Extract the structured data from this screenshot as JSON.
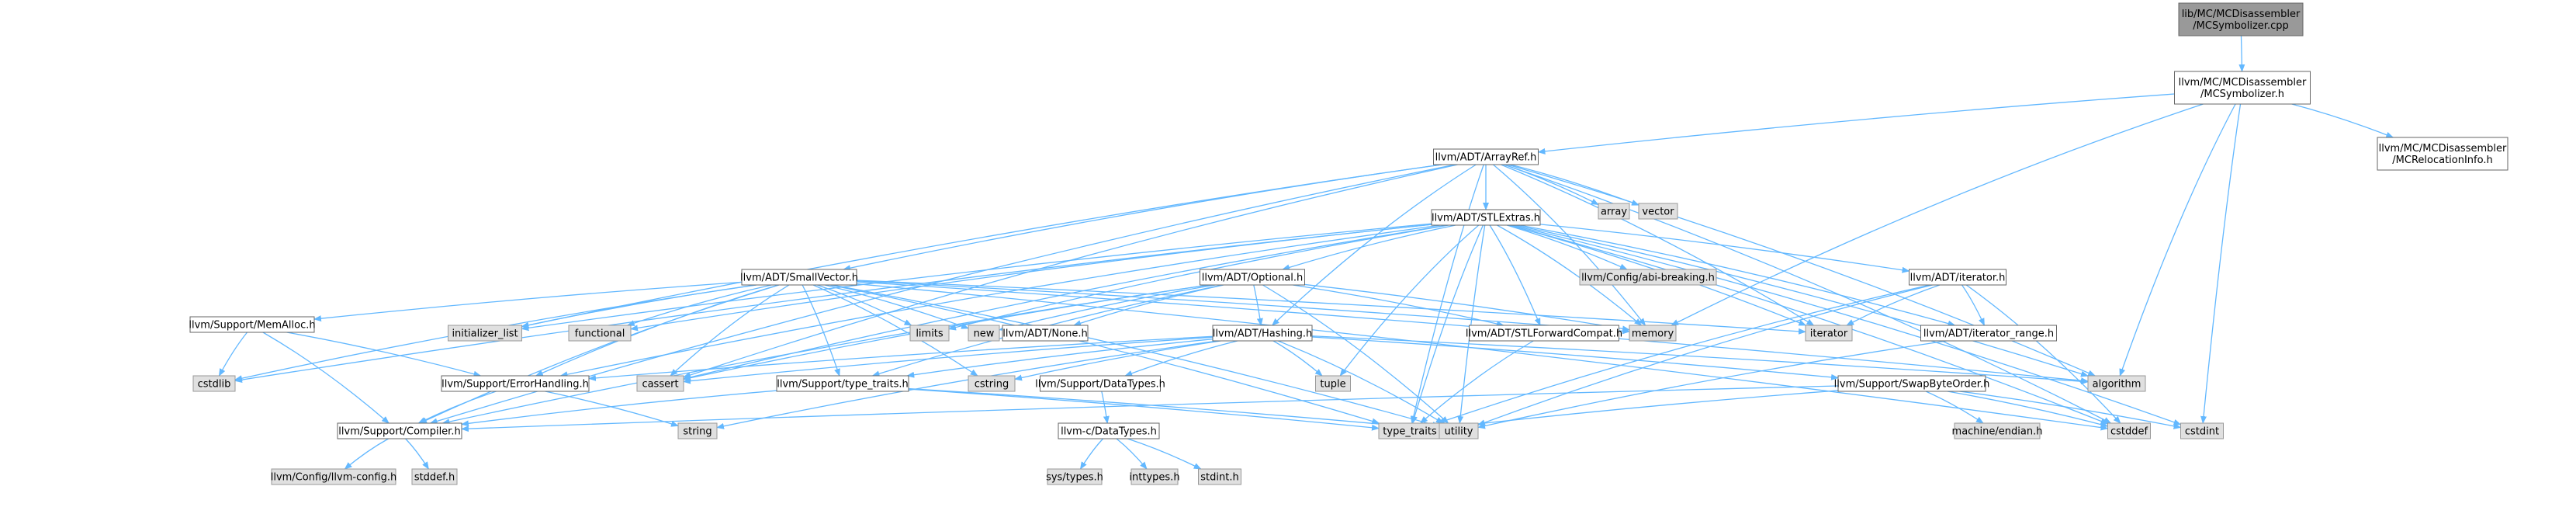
{
  "colors": {
    "edge": "#63b8ff",
    "node_stroke_normal": "#666666",
    "node_fill_normal": "#ffffff",
    "node_stroke_system": "#999999",
    "node_fill_system": "#e0e0e0",
    "node_fill_root": "#999999",
    "node_stroke_root": "#666666"
  },
  "nodes": [
    {
      "id": "mcsymcpp",
      "lines": [
        "lib/MC/MCDisassembler",
        "/MCSymbolizer.cpp"
      ],
      "kind": "root"
    },
    {
      "id": "mcsymh",
      "lines": [
        "llvm/MC/MCDisassembler",
        "/MCSymbolizer.h"
      ],
      "kind": "normal"
    },
    {
      "id": "mcrelinfo",
      "lines": [
        "llvm/MC/MCDisassembler",
        "/MCRelocationInfo.h"
      ],
      "kind": "normal"
    },
    {
      "id": "arrayref",
      "lines": [
        "llvm/ADT/ArrayRef.h"
      ],
      "kind": "normal"
    },
    {
      "id": "stlextras",
      "lines": [
        "llvm/ADT/STLExtras.h"
      ],
      "kind": "normal"
    },
    {
      "id": "array",
      "lines": [
        "array"
      ],
      "kind": "system"
    },
    {
      "id": "vector",
      "lines": [
        "vector"
      ],
      "kind": "system"
    },
    {
      "id": "abibreaking",
      "lines": [
        "llvm/Config/abi-breaking.h"
      ],
      "kind": "system"
    },
    {
      "id": "smallvector",
      "lines": [
        "llvm/ADT/SmallVector.h"
      ],
      "kind": "normal"
    },
    {
      "id": "optional",
      "lines": [
        "llvm/ADT/Optional.h"
      ],
      "kind": "normal"
    },
    {
      "id": "iteratorh",
      "lines": [
        "llvm/ADT/iterator.h"
      ],
      "kind": "normal"
    },
    {
      "id": "memalloc",
      "lines": [
        "llvm/Support/MemAlloc.h"
      ],
      "kind": "normal"
    },
    {
      "id": "initlist",
      "lines": [
        "initializer_list"
      ],
      "kind": "system"
    },
    {
      "id": "functional",
      "lines": [
        "functional"
      ],
      "kind": "system"
    },
    {
      "id": "limits",
      "lines": [
        "limits"
      ],
      "kind": "system"
    },
    {
      "id": "new",
      "lines": [
        "new"
      ],
      "kind": "system"
    },
    {
      "id": "noneh",
      "lines": [
        "llvm/ADT/None.h"
      ],
      "kind": "normal"
    },
    {
      "id": "memory",
      "lines": [
        "memory"
      ],
      "kind": "system"
    },
    {
      "id": "iterator",
      "lines": [
        "iterator"
      ],
      "kind": "system"
    },
    {
      "id": "iterrange",
      "lines": [
        "llvm/ADT/iterator_range.h"
      ],
      "kind": "normal"
    },
    {
      "id": "stlfwd",
      "lines": [
        "llvm/ADT/STLForwardCompat.h"
      ],
      "kind": "normal"
    },
    {
      "id": "hashing",
      "lines": [
        "llvm/ADT/Hashing.h"
      ],
      "kind": "normal"
    },
    {
      "id": "cstdlib",
      "lines": [
        "cstdlib"
      ],
      "kind": "system"
    },
    {
      "id": "errhandling",
      "lines": [
        "llvm/Support/ErrorHandling.h"
      ],
      "kind": "normal"
    },
    {
      "id": "cassert",
      "lines": [
        "cassert"
      ],
      "kind": "system"
    },
    {
      "id": "typetraitsh",
      "lines": [
        "llvm/Support/type_traits.h"
      ],
      "kind": "normal"
    },
    {
      "id": "cstring",
      "lines": [
        "cstring"
      ],
      "kind": "system"
    },
    {
      "id": "tuple",
      "lines": [
        "tuple"
      ],
      "kind": "system"
    },
    {
      "id": "datatypesh",
      "lines": [
        "llvm/Support/DataTypes.h"
      ],
      "kind": "normal"
    },
    {
      "id": "algorithm",
      "lines": [
        "algorithm"
      ],
      "kind": "system"
    },
    {
      "id": "swapbyte",
      "lines": [
        "llvm/Support/SwapByteOrder.h"
      ],
      "kind": "normal"
    },
    {
      "id": "compiler",
      "lines": [
        "llvm/Support/Compiler.h"
      ],
      "kind": "normal"
    },
    {
      "id": "string",
      "lines": [
        "string"
      ],
      "kind": "system"
    },
    {
      "id": "typetraits",
      "lines": [
        "type_traits"
      ],
      "kind": "system"
    },
    {
      "id": "utility",
      "lines": [
        "utility"
      ],
      "kind": "system"
    },
    {
      "id": "cdatatypes",
      "lines": [
        "llvm-c/DataTypes.h"
      ],
      "kind": "normal"
    },
    {
      "id": "machineendian",
      "lines": [
        "machine/endian.h"
      ],
      "kind": "system"
    },
    {
      "id": "cstddef",
      "lines": [
        "cstddef"
      ],
      "kind": "system"
    },
    {
      "id": "cstdint",
      "lines": [
        "cstdint"
      ],
      "kind": "system"
    },
    {
      "id": "llvmconfig",
      "lines": [
        "llvm/Config/llvm-config.h"
      ],
      "kind": "system"
    },
    {
      "id": "stddef",
      "lines": [
        "stddef.h"
      ],
      "kind": "system"
    },
    {
      "id": "systypes",
      "lines": [
        "sys/types.h"
      ],
      "kind": "system"
    },
    {
      "id": "inttypes",
      "lines": [
        "inttypes.h"
      ],
      "kind": "system"
    },
    {
      "id": "stdint",
      "lines": [
        "stdint.h"
      ],
      "kind": "system"
    }
  ],
  "edges": [
    [
      "mcsymcpp",
      "mcsymh"
    ],
    [
      "mcsymh",
      "arrayref"
    ],
    [
      "mcsymh",
      "mcrelinfo"
    ],
    [
      "mcsymh",
      "memory"
    ],
    [
      "mcsymh",
      "algorithm"
    ],
    [
      "mcsymh",
      "cstdint"
    ],
    [
      "arrayref",
      "stlextras"
    ],
    [
      "arrayref",
      "array"
    ],
    [
      "arrayref",
      "vector"
    ],
    [
      "arrayref",
      "smallvector"
    ],
    [
      "arrayref",
      "hashing"
    ],
    [
      "arrayref",
      "memory"
    ],
    [
      "arrayref",
      "iterator"
    ],
    [
      "arrayref",
      "initlist"
    ],
    [
      "arrayref",
      "cassert"
    ],
    [
      "arrayref",
      "compiler"
    ],
    [
      "arrayref",
      "algorithm"
    ],
    [
      "arrayref",
      "cstddef"
    ],
    [
      "arrayref",
      "typetraits"
    ],
    [
      "stlextras",
      "abibreaking"
    ],
    [
      "stlextras",
      "optional"
    ],
    [
      "stlextras",
      "iteratorh"
    ],
    [
      "stlextras",
      "iterrange"
    ],
    [
      "stlextras",
      "stlfwd"
    ],
    [
      "stlextras",
      "errhandling"
    ],
    [
      "stlextras",
      "algorithm"
    ],
    [
      "stlextras",
      "cassert"
    ],
    [
      "stlextras",
      "cstddef"
    ],
    [
      "stlextras",
      "cstdint"
    ],
    [
      "stlextras",
      "cstdlib"
    ],
    [
      "stlextras",
      "functional"
    ],
    [
      "stlextras",
      "initlist"
    ],
    [
      "stlextras",
      "iterator"
    ],
    [
      "stlextras",
      "limits"
    ],
    [
      "stlextras",
      "memory"
    ],
    [
      "stlextras",
      "tuple"
    ],
    [
      "stlextras",
      "typetraits"
    ],
    [
      "stlextras",
      "utility"
    ],
    [
      "smallvector",
      "memalloc"
    ],
    [
      "smallvector",
      "compiler"
    ],
    [
      "smallvector",
      "typetraitsh"
    ],
    [
      "smallvector",
      "errhandling"
    ],
    [
      "smallvector",
      "algorithm"
    ],
    [
      "smallvector",
      "cassert"
    ],
    [
      "smallvector",
      "cstddef"
    ],
    [
      "smallvector",
      "cstdlib"
    ],
    [
      "smallvector",
      "cstring"
    ],
    [
      "smallvector",
      "functional"
    ],
    [
      "smallvector",
      "initlist"
    ],
    [
      "smallvector",
      "iterator"
    ],
    [
      "smallvector",
      "limits"
    ],
    [
      "smallvector",
      "memory"
    ],
    [
      "smallvector",
      "new"
    ],
    [
      "smallvector",
      "typetraits"
    ],
    [
      "smallvector",
      "utility"
    ],
    [
      "optional",
      "noneh"
    ],
    [
      "optional",
      "hashing"
    ],
    [
      "optional",
      "stlfwd"
    ],
    [
      "optional",
      "compiler"
    ],
    [
      "optional",
      "typetraitsh"
    ],
    [
      "optional",
      "cassert"
    ],
    [
      "optional",
      "memory"
    ],
    [
      "optional",
      "new"
    ],
    [
      "optional",
      "utility"
    ],
    [
      "iteratorh",
      "iterrange"
    ],
    [
      "iteratorh",
      "cstddef"
    ],
    [
      "iteratorh",
      "iterator"
    ],
    [
      "iteratorh",
      "typetraits"
    ],
    [
      "iteratorh",
      "utility"
    ],
    [
      "iterrange",
      "utility"
    ],
    [
      "memalloc",
      "compiler"
    ],
    [
      "memalloc",
      "errhandling"
    ],
    [
      "memalloc",
      "cstdlib"
    ],
    [
      "errhandling",
      "compiler"
    ],
    [
      "errhandling",
      "string"
    ],
    [
      "typetraitsh",
      "compiler"
    ],
    [
      "typetraitsh",
      "typetraits"
    ],
    [
      "typetraitsh",
      "utility"
    ],
    [
      "hashing",
      "datatypesh"
    ],
    [
      "hashing",
      "errhandling"
    ],
    [
      "hashing",
      "swapbyte"
    ],
    [
      "hashing",
      "typetraitsh"
    ],
    [
      "hashing",
      "algorithm"
    ],
    [
      "hashing",
      "cassert"
    ],
    [
      "hashing",
      "cstring"
    ],
    [
      "hashing",
      "string"
    ],
    [
      "hashing",
      "tuple"
    ],
    [
      "hashing",
      "utility"
    ],
    [
      "datatypesh",
      "cdatatypes"
    ],
    [
      "cdatatypes",
      "inttypes"
    ],
    [
      "cdatatypes",
      "stdint"
    ],
    [
      "cdatatypes",
      "systypes"
    ],
    [
      "swapbyte",
      "compiler"
    ],
    [
      "swapbyte",
      "cstddef"
    ],
    [
      "swapbyte",
      "cstdint"
    ],
    [
      "swapbyte",
      "typetraits"
    ],
    [
      "swapbyte",
      "machineendian"
    ],
    [
      "stlfwd",
      "typetraits"
    ],
    [
      "compiler",
      "llvmconfig"
    ],
    [
      "compiler",
      "stddef"
    ]
  ]
}
